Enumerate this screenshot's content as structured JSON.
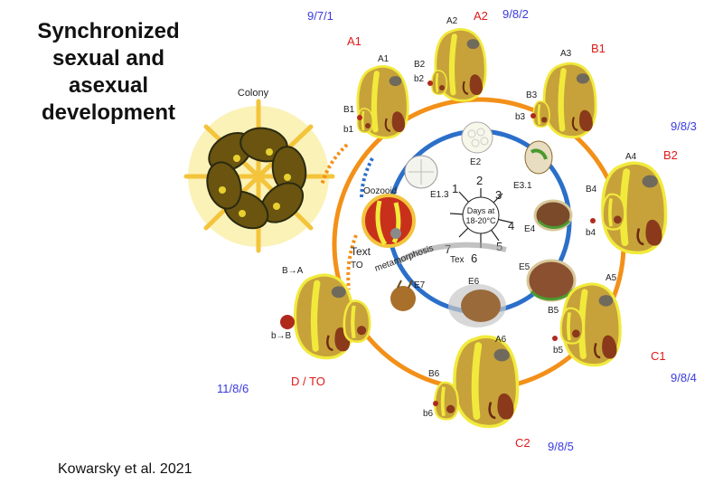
{
  "title_lines": [
    "Synchronized",
    "sexual and",
    "asexual",
    "development"
  ],
  "citation": "Kowarsky et al. 2021",
  "colony_label": "Colony",
  "oozooid_label": "Oozooid",
  "text_label": "Text",
  "tex_label": "Tex",
  "metamorphosis_label": "metamorphosis",
  "center_clock": {
    "line1": "Days at",
    "line2": "18-20°C",
    "numbers": [
      "1",
      "2",
      "3",
      "4",
      "5",
      "6",
      "7"
    ]
  },
  "dates": {
    "d_9_7_1": "9/7/1",
    "d_9_8_2": "9/8/2",
    "d_9_8_3": "9/8/3",
    "d_9_8_4": "9/8/4",
    "d_9_8_5": "9/8/5",
    "d_11_8_6": "11/8/6"
  },
  "stages_red": {
    "A1": "A1",
    "A2": "A2",
    "B1": "B1",
    "B2": "B2",
    "C1": "C1",
    "C2": "C2",
    "D_TO": "D / TO"
  },
  "zooid_labels": {
    "A1": "A1",
    "A2": "A2",
    "A3": "A3",
    "A4": "A4",
    "A5": "A5",
    "A6": "A6",
    "B1": "B1",
    "B2": "B2",
    "B3": "B3",
    "B4": "B4",
    "B5": "B5",
    "B6": "B6",
    "b1": "b1",
    "b2": "b2",
    "b3": "b3",
    "b4": "b4",
    "b5": "b5",
    "b6": "b6",
    "TO": "TO",
    "B_to_A": "B→A",
    "b_to_B": "b→B"
  },
  "embryo_labels": {
    "E1_3": "E1.3",
    "E2": "E2",
    "E3_1": "E3.1",
    "E4": "E4",
    "E5": "E5",
    "E6": "E6",
    "E7": "E7"
  },
  "colors": {
    "outer_ring": "#f39018",
    "inner_ring": "#2b6fc9",
    "zooid_fill": "#c7a23a",
    "zooid_stripe": "#f1ea3c",
    "bud_red": "#b02a1c",
    "date_blue": "#3a3ae0",
    "stage_red": "#e01919"
  }
}
